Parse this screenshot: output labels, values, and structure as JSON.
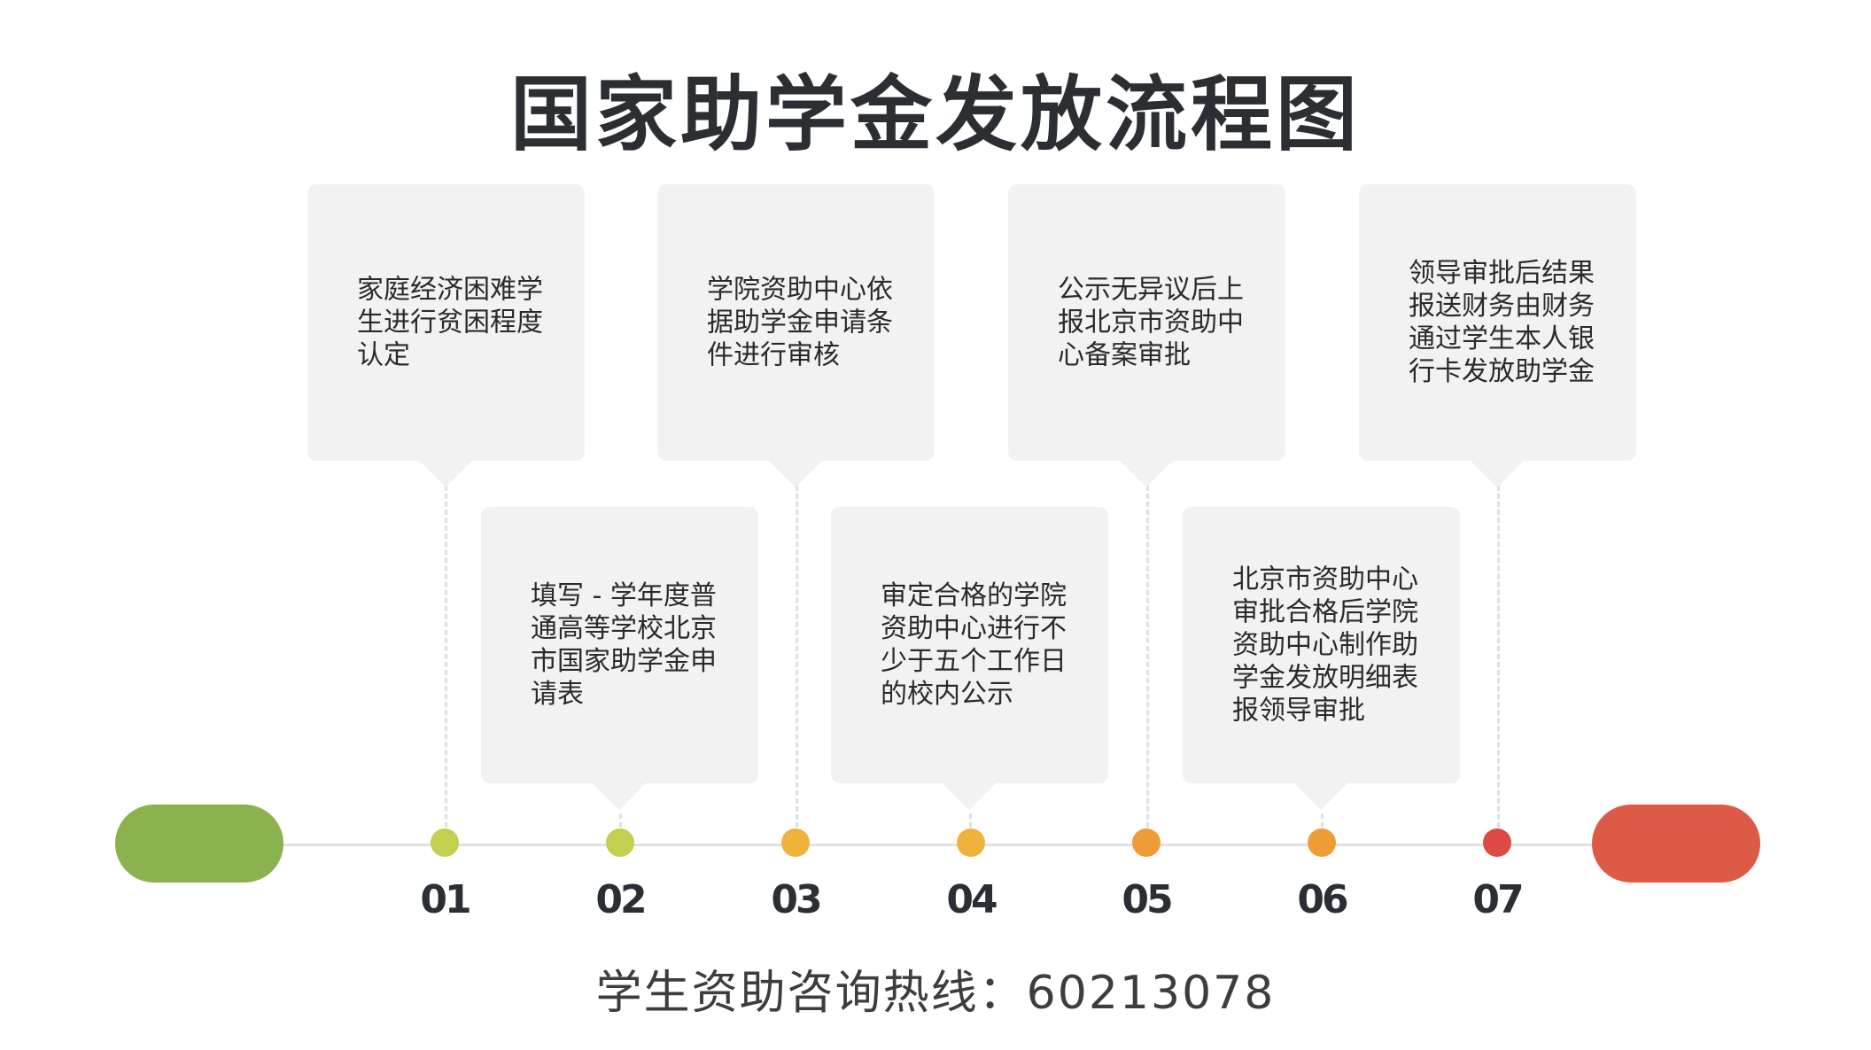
{
  "title": "国家助学金发放流程图",
  "colors": {
    "start_pill": "#8ab24e",
    "end_pill": "#dc5a46",
    "box_fill": "#f2f2f2",
    "dot_1": "#c4cf4f",
    "dot_2": "#c4cf4f",
    "dot_3": "#efb33c",
    "dot_4": "#efb33c",
    "dot_5": "#ee9d36",
    "dot_6": "#ee9d36",
    "dot_7": "#dc4a43"
  },
  "steps": [
    {
      "number": "01",
      "text": "家庭经济困难学生进行贫困程度认定"
    },
    {
      "number": "02",
      "text": "填写 - 学年度普通高等学校北京市国家助学金申请表"
    },
    {
      "number": "03",
      "text": "学院资助中心依据助学金申请条件进行审核"
    },
    {
      "number": "04",
      "text": "审定合格的学院资助中心进行不少于五个工作日的校内公示"
    },
    {
      "number": "05",
      "text": "公示无异议后上报北京市资助中心备案审批"
    },
    {
      "number": "06",
      "text": "北京市资助中心审批合格后学院资助中心制作助学金发放明细表报领导审批"
    },
    {
      "number": "07",
      "text": "领导审批后结果报送财务由财务通过学生本人银行卡发放助学金"
    }
  ],
  "hotline": "学生资助咨询热线：60213078"
}
